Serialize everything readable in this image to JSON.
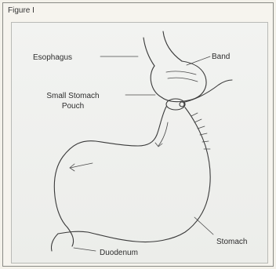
{
  "figure": {
    "title": "Figure I",
    "labels": {
      "esophagus": "Esophagus",
      "band": "Band",
      "small_pouch_line1": "Small Stomach",
      "small_pouch_line2": "Pouch",
      "stomach": "Stomach",
      "duodenum": "Duodenum"
    }
  }
}
